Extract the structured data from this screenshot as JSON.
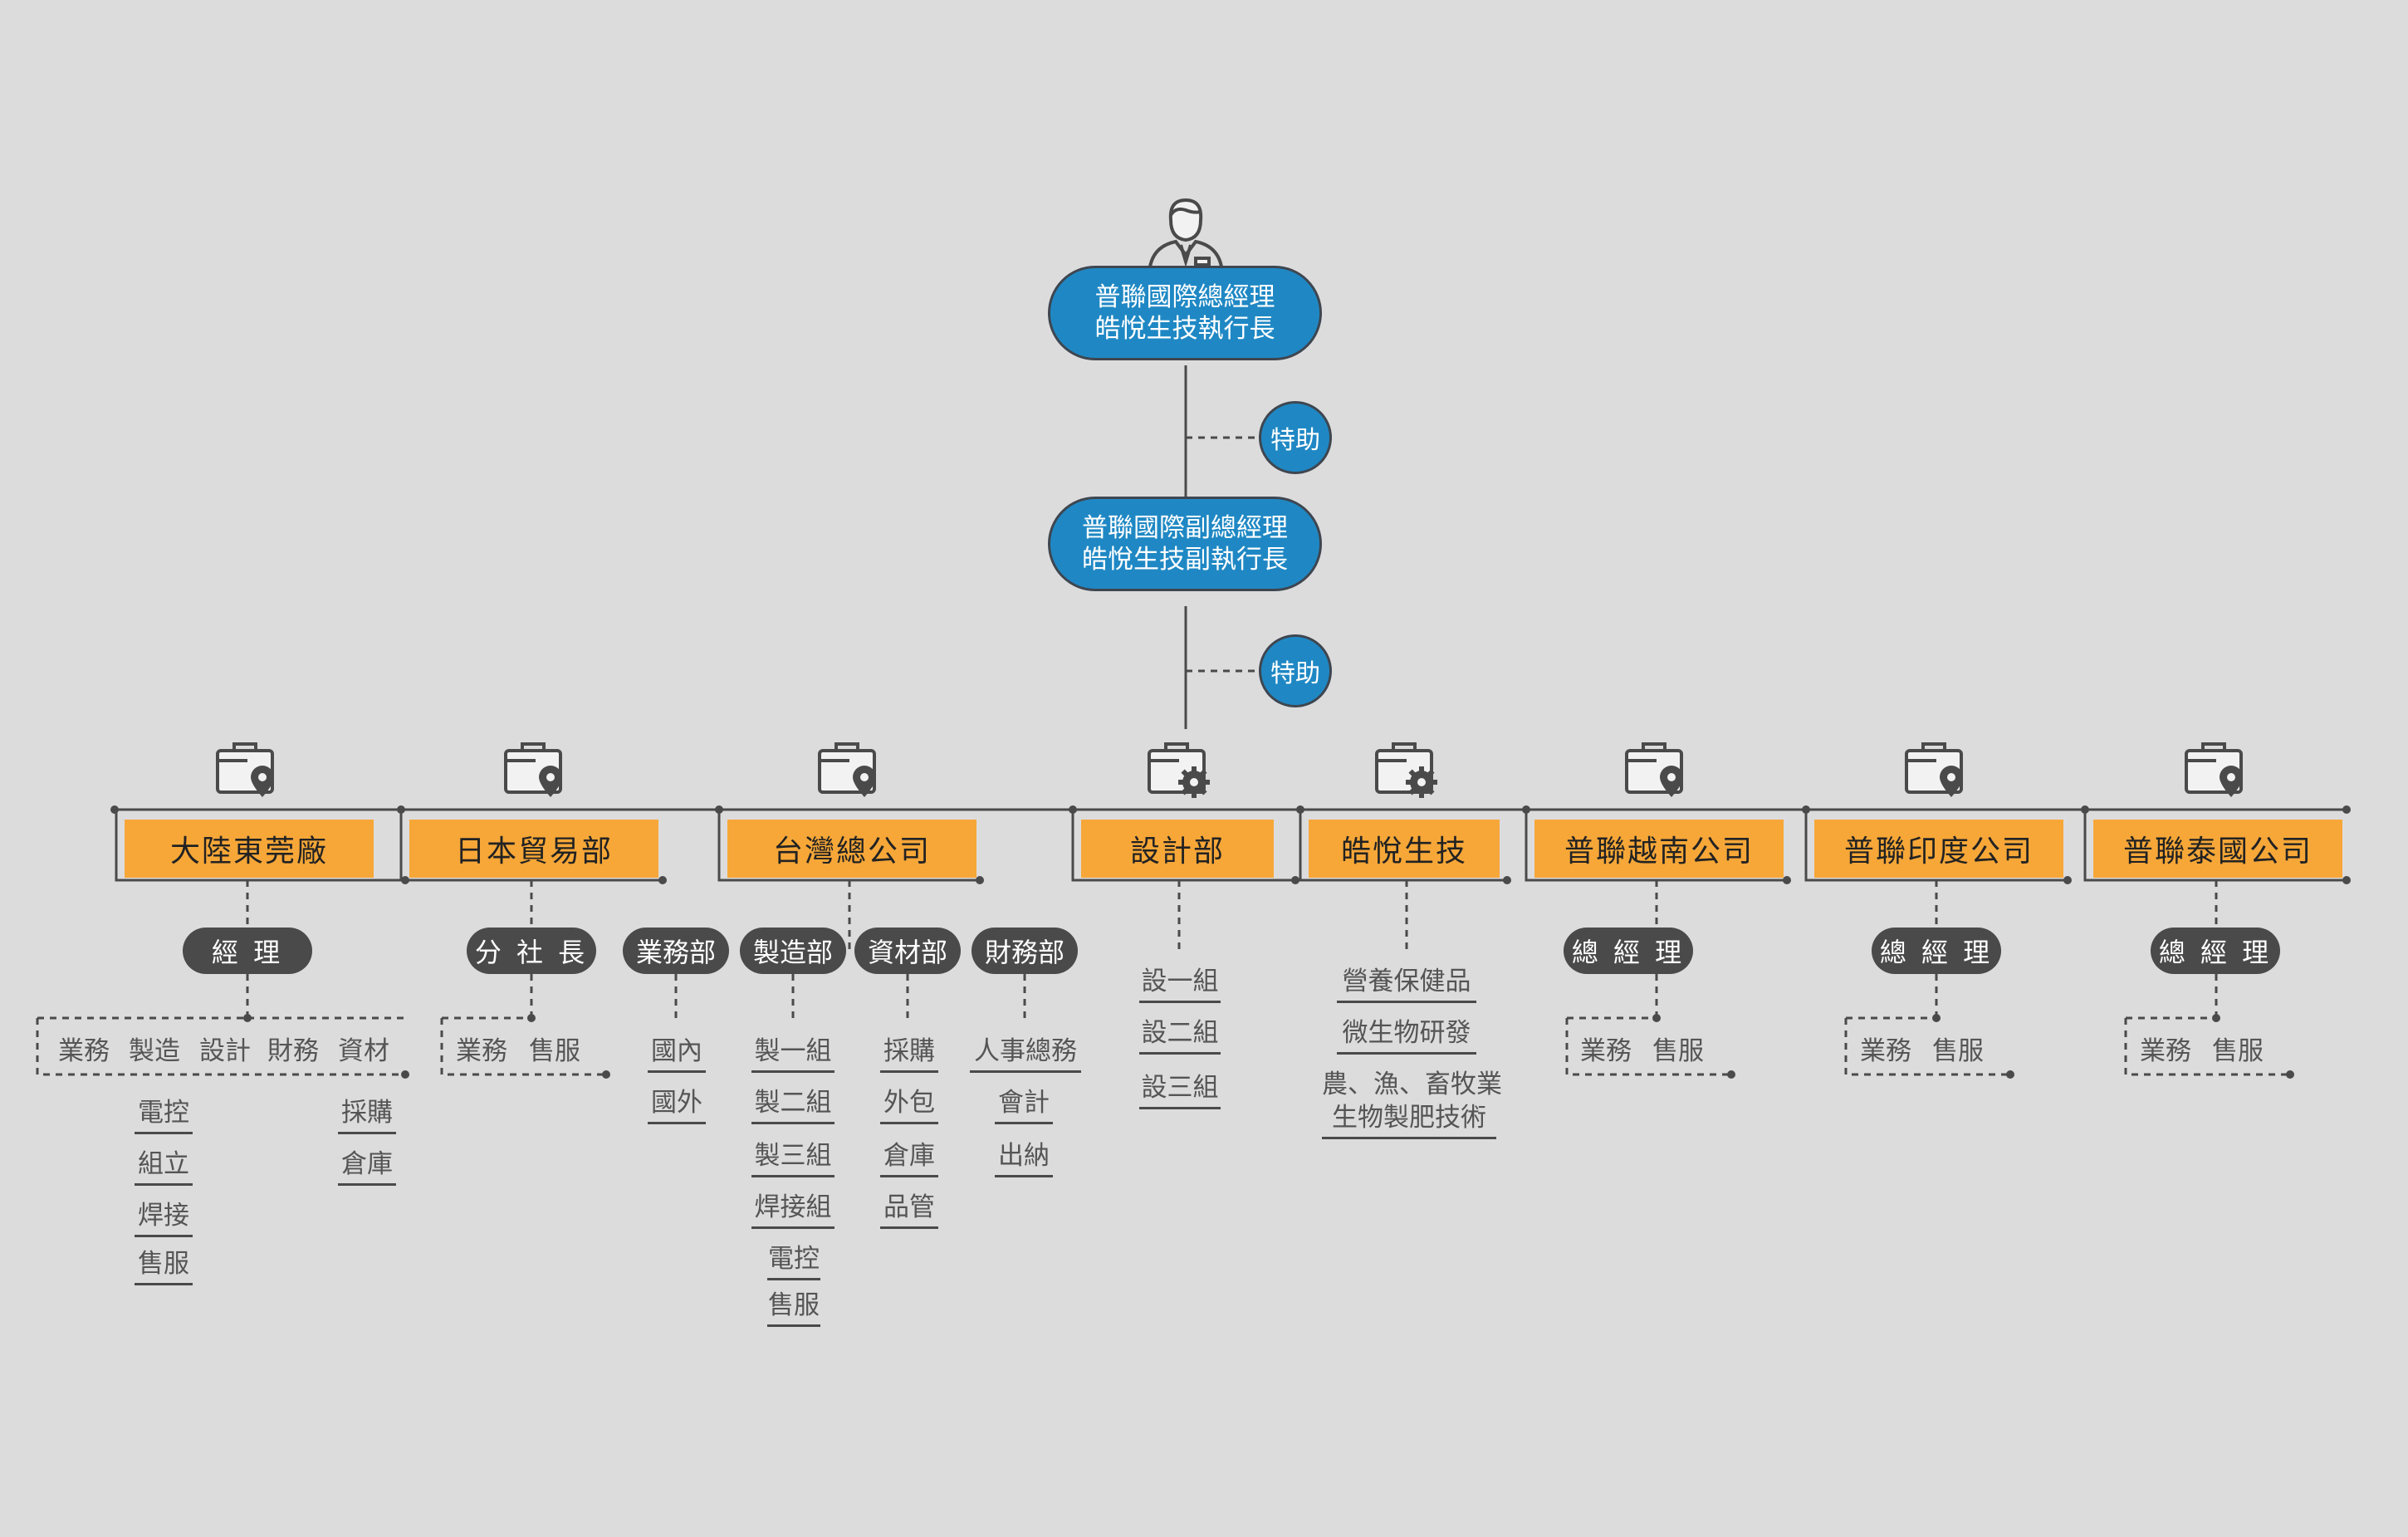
{
  "executives": {
    "ceo": {
      "line1": "普聯國際總經理",
      "line2": "皓悅生技執行長"
    },
    "vice": {
      "line1": "普聯國際副總經理",
      "line2": "皓悅生技副執行長"
    },
    "assistant_label": "特助"
  },
  "departments": [
    {
      "name": "大陸東莞廠"
    },
    {
      "name": "日本貿易部"
    },
    {
      "name": "台灣總公司"
    },
    {
      "name": "設計部"
    },
    {
      "name": "皓悅生技"
    },
    {
      "name": "普聯越南公司"
    },
    {
      "name": "普聯印度公司"
    },
    {
      "name": "普聯泰國公司"
    }
  ],
  "heads": {
    "dongguan": "經 理",
    "japan": "分 社 長",
    "taiwan": [
      "業務部",
      "製造部",
      "資材部",
      "財務部"
    ],
    "vietnam": "總 經 理",
    "india": "總 經 理",
    "thailand": "總 經 理"
  },
  "units": {
    "dongguan_row": [
      "業務",
      "製造",
      "設計",
      "財務",
      "資材"
    ],
    "dongguan_manufacturing": [
      "電控",
      "組立",
      "焊接",
      "售服"
    ],
    "dongguan_materials": [
      "採購",
      "倉庫"
    ],
    "japan_row": [
      "業務",
      "售服"
    ],
    "taiwan_sales": [
      "國內",
      "國外"
    ],
    "taiwan_mfg": [
      "製一組",
      "製二組",
      "製三組",
      "焊接組",
      "電控",
      "售服"
    ],
    "taiwan_materials": [
      "採購",
      "外包",
      "倉庫",
      "品管"
    ],
    "taiwan_finance": [
      "人事總務",
      "會計",
      "出納"
    ],
    "design": [
      "設一組",
      "設二組",
      "設三組"
    ],
    "biotech": [
      "營養保健品",
      "微生物研發",
      "農、漁、畜牧業",
      "生物製肥技術"
    ],
    "vietnam_row": [
      "業務",
      "售服"
    ],
    "india_row": [
      "業務",
      "售服"
    ],
    "thailand_row": [
      "業務",
      "售服"
    ]
  },
  "colors": {
    "background": "#dddcdd",
    "exec_blue": "#1f88c4",
    "dept_orange": "#f6a738",
    "head_dark": "#4a4a4a"
  },
  "icons": [
    "person-icon",
    "briefcase-location-icon",
    "briefcase-gear-icon"
  ]
}
